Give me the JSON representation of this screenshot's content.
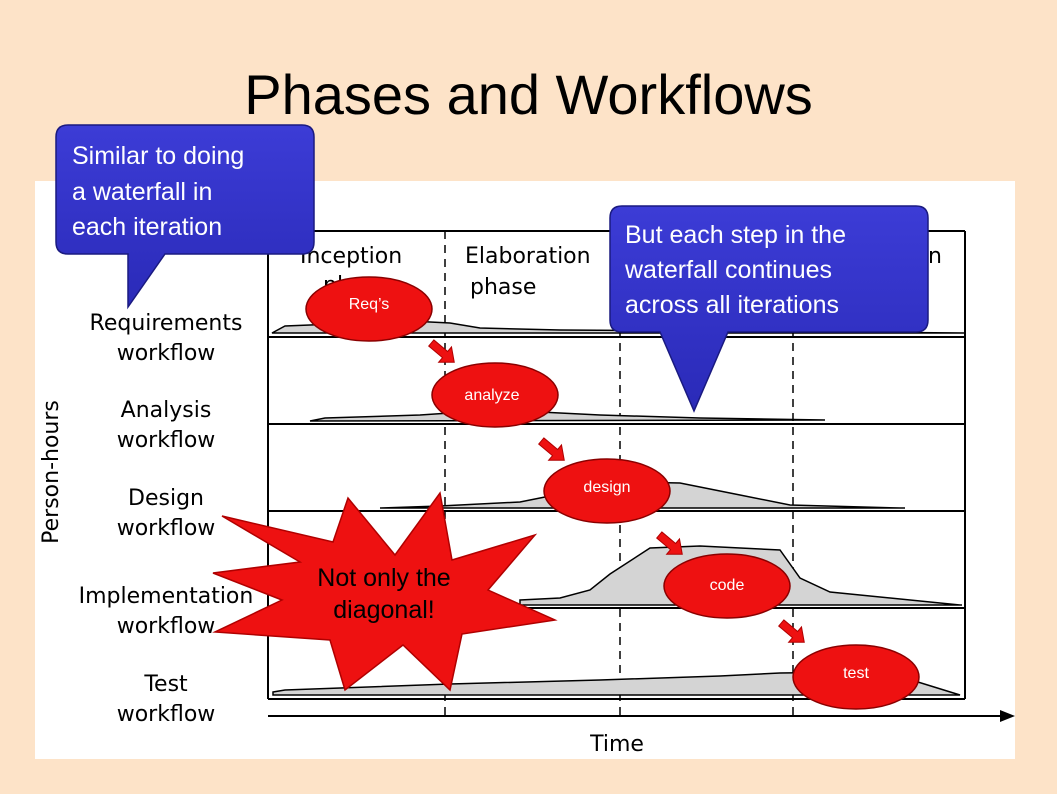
{
  "title": "Phases and Workflows",
  "phases": [
    "Inception",
    "Elaboration",
    "phase"
  ],
  "phase_partial_top_right": "n",
  "phase_partial_inception_bottom": "pl",
  "workflows": [
    {
      "line1": "Requirements",
      "line2": "workflow"
    },
    {
      "line1": "Analysis",
      "line2": "workflow"
    },
    {
      "line1": "Design",
      "line2": "workflow"
    },
    {
      "line1": "Implementation",
      "line2": "workflow"
    },
    {
      "line1": "Test",
      "line2": "workflow"
    }
  ],
  "y_axis_label": "Person-hours",
  "x_axis_label": "Time",
  "steps": [
    "Req’s",
    "analyze",
    "design",
    "code",
    "test"
  ],
  "callout_left": [
    "Similar to doing",
    "a waterfall in",
    "each iteration"
  ],
  "callout_right": [
    "But each step in the",
    "waterfall continues",
    "across all iterations"
  ],
  "starburst": [
    "Not only the",
    "diagonal!"
  ],
  "colors": {
    "background": "#fde3c8",
    "callout": "#3333cc",
    "step_oval": "#ee1111",
    "area_fill": "#d4d4d4"
  }
}
